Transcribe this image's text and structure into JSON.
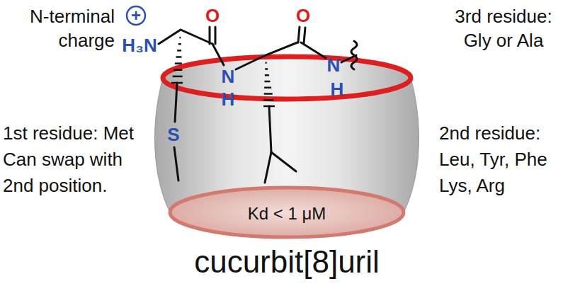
{
  "diagram": {
    "labels": [
      "N-terminal charge",
      "+",
      "H₃N",
      "O",
      "O",
      "N",
      "H",
      "N",
      "H",
      "S",
      "3rd residue: Gly or Ala",
      "1st residue: Met Can swap with 2nd position.",
      "2nd residue: Leu, Tyr, Phe Lys, Arg",
      "Kd < 1 μM",
      "cucurbit[8]uril"
    ]
  }
}
